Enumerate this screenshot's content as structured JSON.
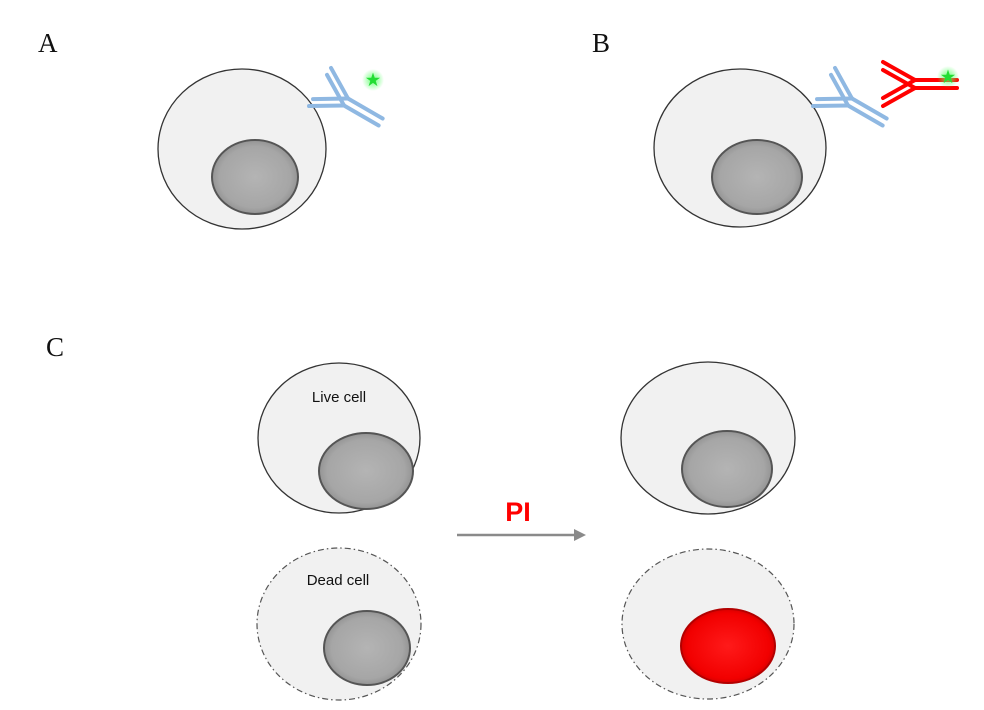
{
  "panels": {
    "a": {
      "letter": "A"
    },
    "b": {
      "letter": "B"
    },
    "c": {
      "letter": "C",
      "live_label": "Live cell",
      "dead_label": "Dead cell",
      "reagent_label": "PI"
    }
  },
  "colors": {
    "cell_fill": "#f1f1f1",
    "cell_stroke": "#333333",
    "nucleus_fill": "#a9a9a9",
    "nucleus_stroke": "#555555",
    "primary_antibody": "#8fb8e2",
    "secondary_antibody": "#ff0000",
    "fluorophore": "#22dd33",
    "pi_stained_nucleus": "#ff0000",
    "arrow": "#8a8a8a",
    "pi_text": "#ff0000"
  },
  "icons": {
    "primary_antibody": "y-shaped-antibody-icon",
    "secondary_antibody": "y-shaped-antibody-icon",
    "fluorophore": "star-icon"
  }
}
